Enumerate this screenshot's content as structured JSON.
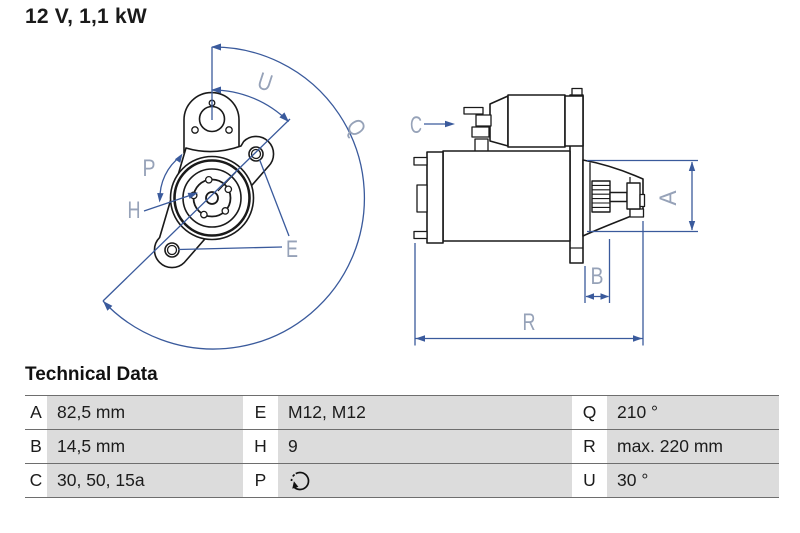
{
  "title": "12 V, 1,1 kW",
  "diagram": {
    "front_labels": {
      "U": "U",
      "Q": "Q",
      "P": "P",
      "H": "H",
      "E": "E"
    },
    "side_labels": {
      "C": "C",
      "A": "A",
      "B": "B",
      "R": "R"
    }
  },
  "table": {
    "heading": "Technical Data",
    "rows": [
      {
        "k1": "A",
        "v1": "82,5 mm",
        "k2": "E",
        "v2": "M12, M12",
        "k3": "Q",
        "v3": "210 °"
      },
      {
        "k1": "B",
        "v1": "14,5 mm",
        "k2": "H",
        "v2": "9",
        "k3": "R",
        "v3": "max. 220 mm"
      },
      {
        "k1": "C",
        "v1": "30, 50, 15a",
        "k2": "P",
        "v2": "",
        "k3": "U",
        "v3": "30 °"
      }
    ],
    "p_icon": "rotation-direction-ccw-icon"
  },
  "colors": {
    "dimension_blue": "#3a5a9c",
    "label_blue": "#96a2b8",
    "cell_gray": "#dcdcdc",
    "line_gray": "#6e6e6e",
    "drawing_black": "#1a1a1a"
  }
}
